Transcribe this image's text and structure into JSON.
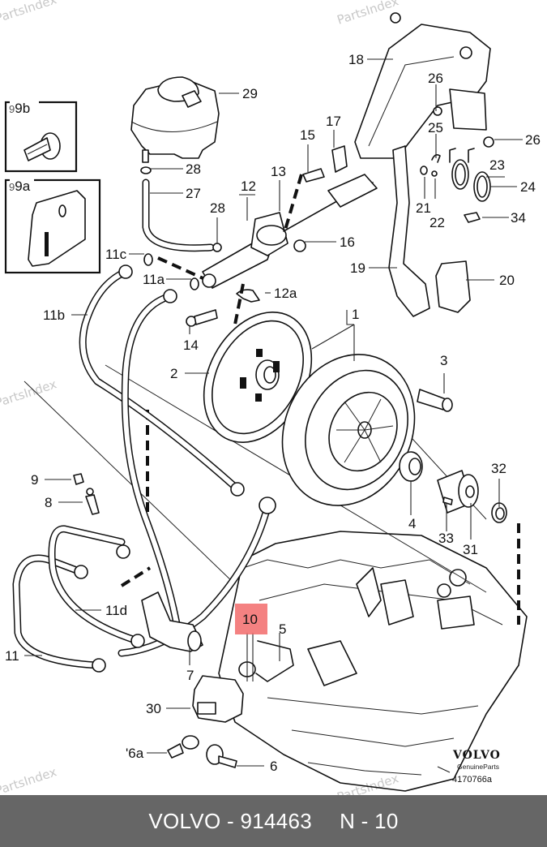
{
  "footer": {
    "brand": "VOLVO",
    "separator": " - ",
    "part_number": "914463",
    "position_label": "N",
    "position_separator": " - ",
    "position_number": "10",
    "highlight_color": "#f26b6b",
    "background_color": "#666666"
  },
  "watermark": {
    "text": "PartsIndex"
  },
  "brand_block": {
    "logo_text": "VOLVO",
    "subtitle": "GenuineParts",
    "diagram_id": "4170766a"
  },
  "callouts": {
    "c1": "1",
    "c2": "2",
    "c3": "3",
    "c4": "4",
    "c5": "5",
    "c6": "6",
    "c6a": "6a",
    "c7": "7",
    "c8": "8",
    "c9": "9",
    "c9a": "9a",
    "c9b": "9b",
    "c10": "10",
    "c11": "11",
    "c11a": "11a",
    "c11b": "11b",
    "c11c": "11c",
    "c11d": "11d",
    "c12": "12",
    "c12a": "12a",
    "c13": "13",
    "c14": "14",
    "c15": "15",
    "c16": "16",
    "c17": "17",
    "c18": "18",
    "c19": "19",
    "c20": "20",
    "c21": "21",
    "c22": "22",
    "c23": "23",
    "c24": "24",
    "c25": "25",
    "c26a": "26",
    "c26b": "26",
    "c27": "27",
    "c28a": "28",
    "c28b": "28",
    "c29": "29",
    "c30": "30",
    "c31": "31",
    "c32": "32",
    "c33": "33",
    "c34": "34"
  },
  "inset_prefixes": {
    "p9b": "9",
    "p9a": "9",
    "p6a": "'"
  }
}
